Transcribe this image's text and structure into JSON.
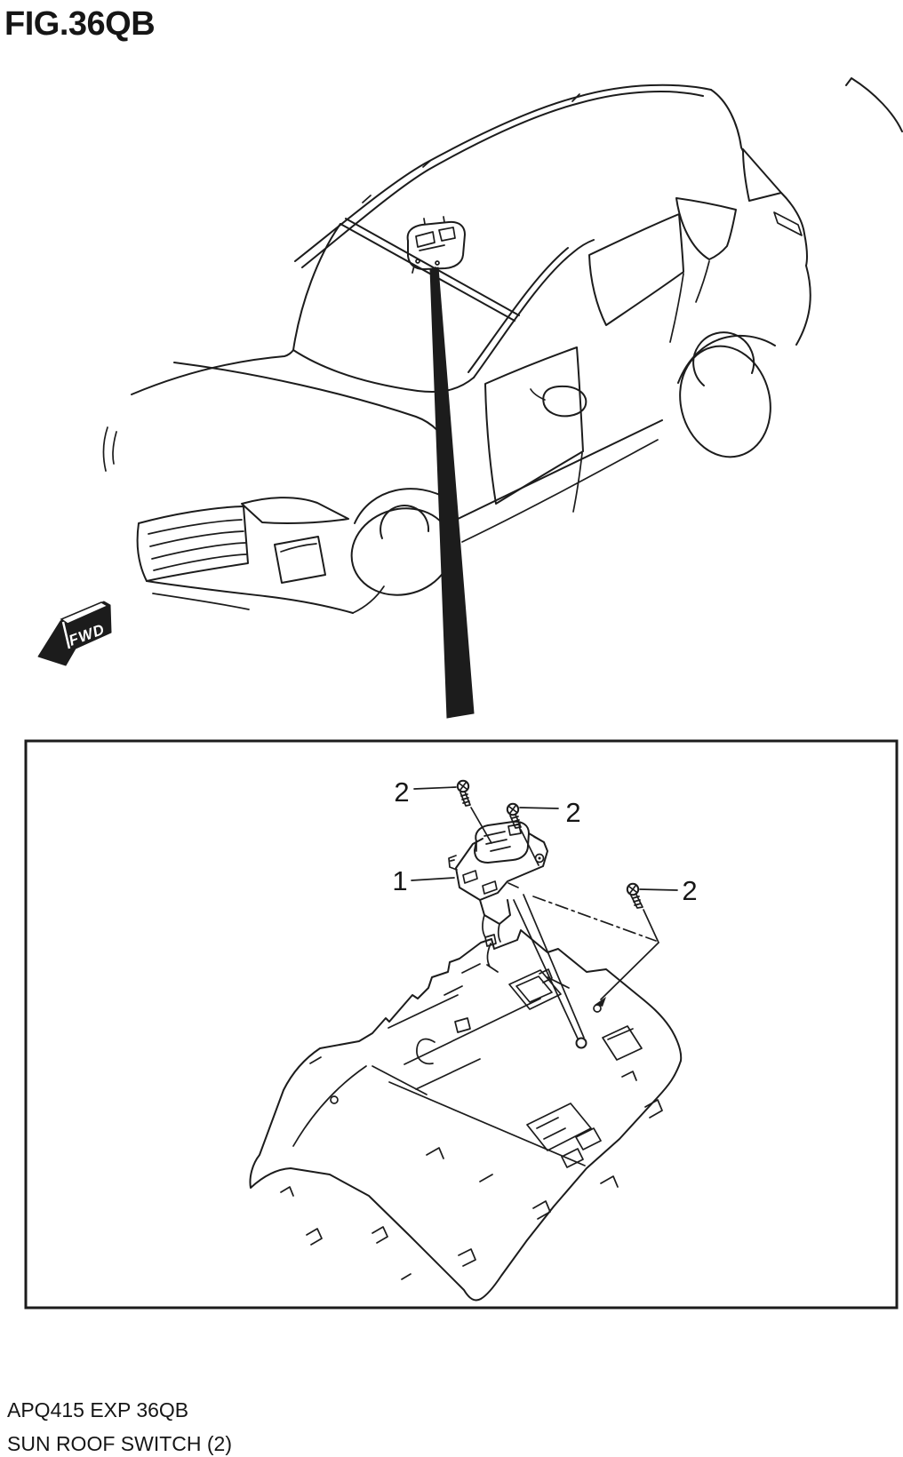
{
  "page": {
    "title": "FIG.36QB",
    "footer_line1": "APQ415 EXP 36QB",
    "footer_line2": "SUN ROOF SWITCH (2)"
  },
  "diagram": {
    "fwd_marker_label": "FWD",
    "callouts": [
      {
        "part": "switch-assembly",
        "label": "1"
      },
      {
        "part": "screw-upper-left",
        "label": "2"
      },
      {
        "part": "screw-upper-right",
        "label": "2"
      },
      {
        "part": "screw-lower-right",
        "label": "2"
      }
    ]
  },
  "colors": {
    "ink": "#1c1c1c",
    "paper": "#ffffff"
  }
}
